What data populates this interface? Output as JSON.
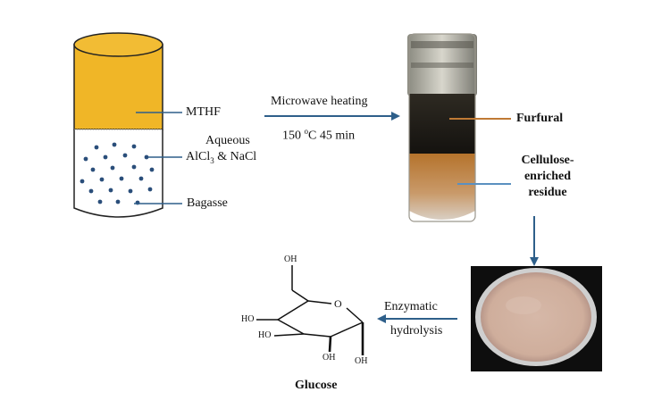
{
  "labels": {
    "mthf": "MTHF",
    "aqueous_line1": "Aqueous",
    "aqueous_line2_a": "AlCl",
    "aqueous_line2_sub": "3",
    "aqueous_line2_b": " & NaCl",
    "bagasse": "Bagasse",
    "step1_top": "Microwave heating",
    "step1_bottom_a": "150 ",
    "step1_bottom_sup": "o",
    "step1_bottom_b": "C 45 min",
    "furfural": "Furfural",
    "residue_line1": "Cellulose-",
    "residue_line2": "enriched",
    "residue_line3": "residue",
    "step2_top": "Enzymatic",
    "step2_bottom": "hydrolysis",
    "glucose": "Glucose"
  },
  "glucose_atoms": {
    "oh_top": "OH",
    "ring_o": "O",
    "ho_1": "HO",
    "ho_2": "HO",
    "oh_bottom_1": "OH",
    "oh_bottom_2": "OH"
  },
  "colors": {
    "mthf_layer": "#f0b627",
    "mthf_top": "#f2bc34",
    "arrow_blue": "#2e5f8a",
    "furfural_line": "#c07a35",
    "residue_line": "#5b90c0",
    "dot_blue": "#2a4e7a"
  }
}
